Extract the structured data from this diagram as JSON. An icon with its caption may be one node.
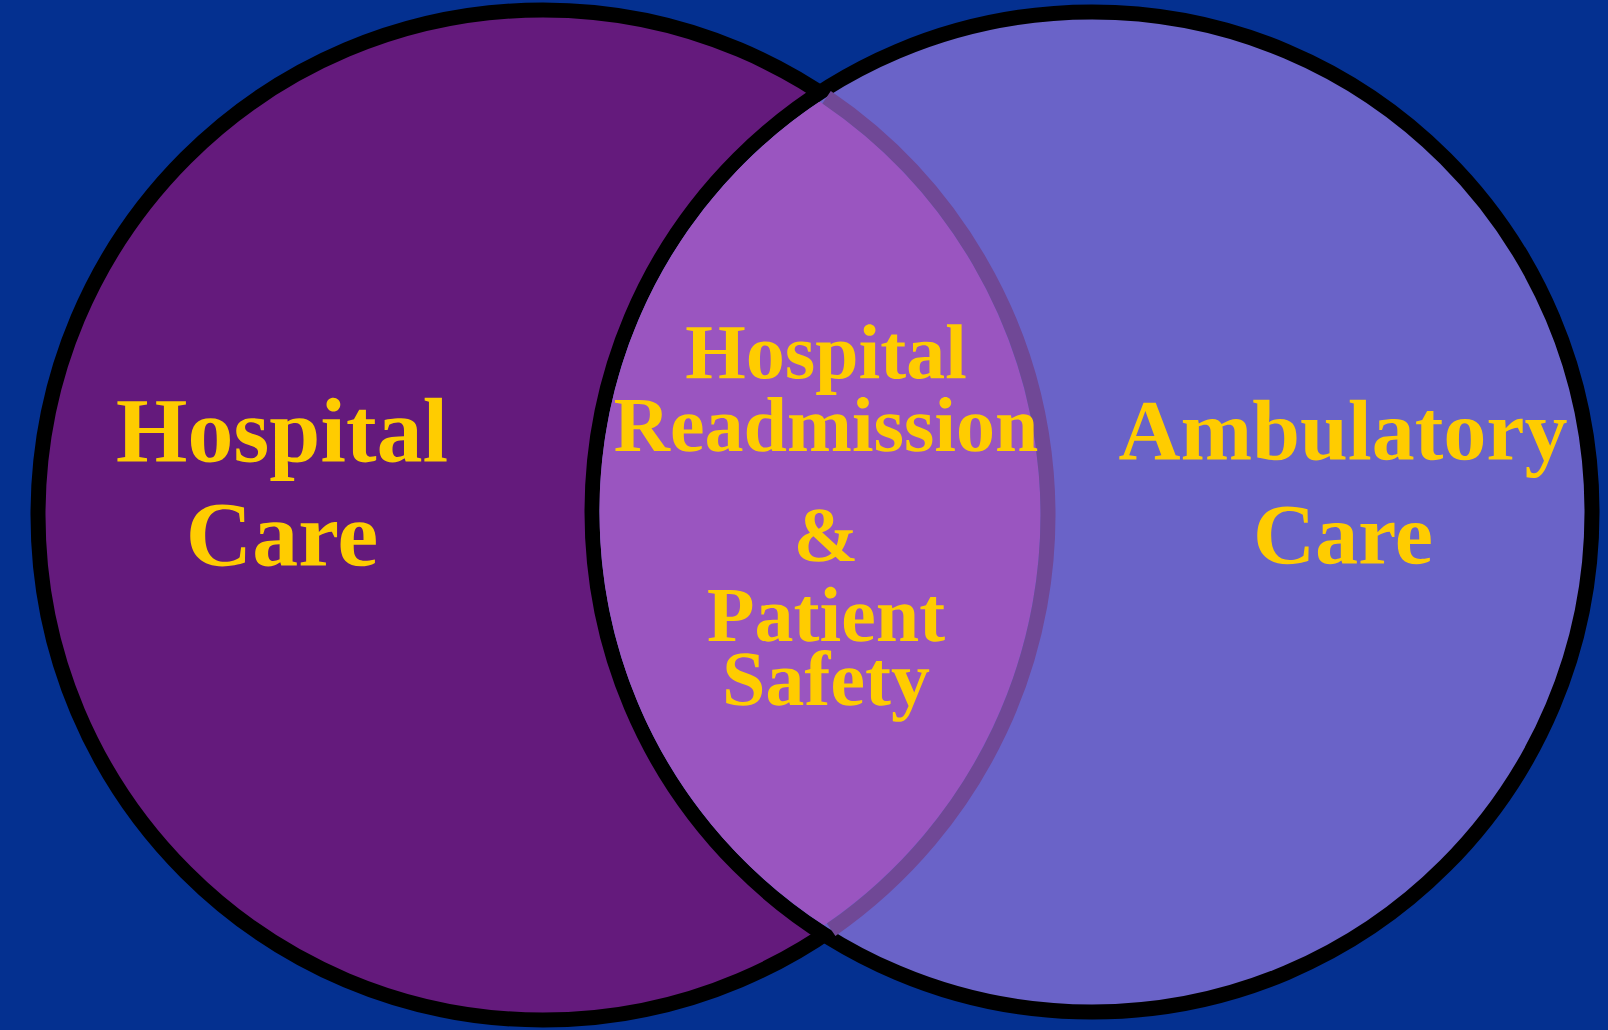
{
  "diagram": {
    "nodes": [
      {
        "text": [
          "Hospital Care"
        ]
      },
      {
        "text": [
          "Ambulatory Care"
        ]
      },
      {
        "text": [
          "Hospital Readmission",
          "&",
          "Patient Safety"
        ]
      }
    ]
  }
}
